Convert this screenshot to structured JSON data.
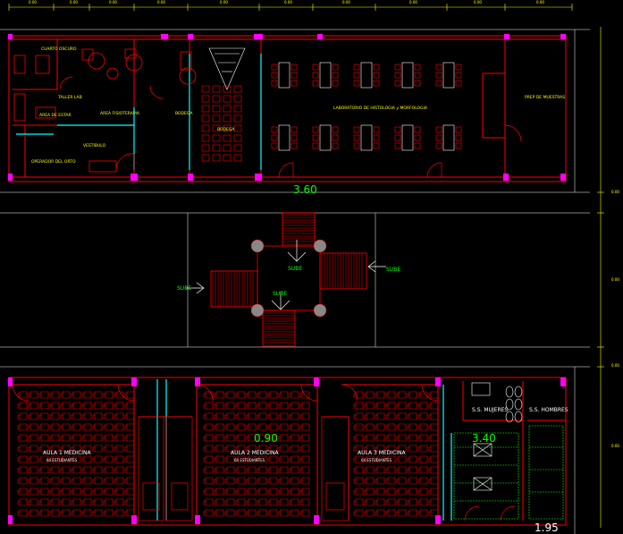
{
  "drawing": {
    "top_block": {
      "room_labels": [
        {
          "text": "CUARTO OSCURO"
        },
        {
          "text": "TALLER LAB"
        },
        {
          "text": "AREA FISIOTERAPIA"
        },
        {
          "text": "AREA DE ESTAR"
        },
        {
          "text": "VESTIBULO"
        },
        {
          "text": "OPERADOR DEL ORTO"
        },
        {
          "text": "BODEGA"
        },
        {
          "text": "BODEGA"
        },
        {
          "text": "LABORATORIO DE HISTOLOGIA y MORFOLOGIA"
        },
        {
          "text": "PREP DE MUESTRAS"
        }
      ],
      "dimension_center": "3.60"
    },
    "middle_block": {
      "stair_labels": [
        "SUBE",
        "SUBE",
        "SUBE",
        "SUBE"
      ]
    },
    "bottom_block": {
      "classrooms": [
        {
          "name": "AULA 1 MEDICINA",
          "capacity": "64 ESTUDIANTES"
        },
        {
          "name": "AULA 2 MEDICINA",
          "capacity": "64 ESTUDIANTES"
        },
        {
          "name": "AULA 3 MEDICINA",
          "capacity": "64 ESTUDIANTES"
        }
      ],
      "dimension_center": "0.90",
      "restrooms": {
        "women": "S.S. MUJERES",
        "men": "S.S. HOMBRES"
      },
      "dimension_restroom": "3.40",
      "dimension_corner": "1.95"
    },
    "colors": {
      "background": "#000000",
      "walls": "#ff0000",
      "columns": "#ff00ff",
      "glass": "#00ffff",
      "text_dim": "#ffff00",
      "text_label": "#00ff00",
      "grid": "#ffffff"
    }
  }
}
